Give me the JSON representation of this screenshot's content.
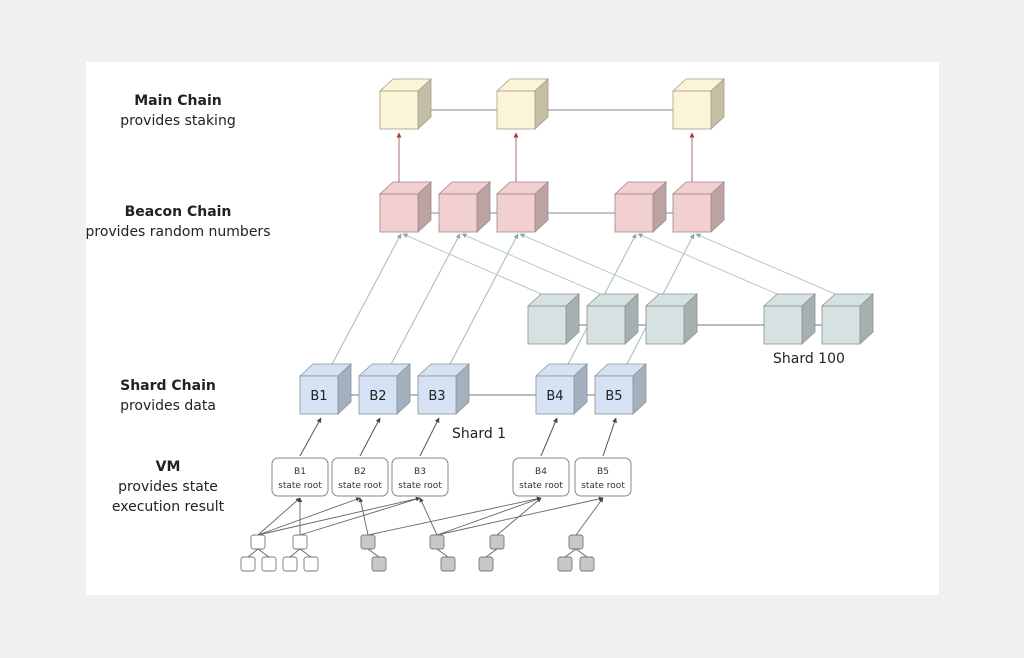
{
  "layers": [
    {
      "title": "Main Chain",
      "subtitle": "provides staking"
    },
    {
      "title": "Beacon Chain",
      "subtitle": "provides random numbers"
    },
    {
      "title": "Shard Chain",
      "subtitle": "provides data"
    },
    {
      "title": "VM",
      "subtitle": "provides state",
      "subtitle2": "execution result"
    }
  ],
  "shard_labels": {
    "shard1": "Shard 1",
    "shard100": "Shard 100"
  },
  "blocks": [
    "B1",
    "B2",
    "B3",
    "B4",
    "B5"
  ],
  "state_roots": [
    {
      "block": "B1",
      "text": "state root"
    },
    {
      "block": "B2",
      "text": "state root"
    },
    {
      "block": "B3",
      "text": "state root"
    },
    {
      "block": "B4",
      "text": "state root"
    },
    {
      "block": "B5",
      "text": "state root"
    }
  ],
  "colors": {
    "main": "#fbf4d6",
    "beacon": "#f2d0d1",
    "shard100": "#d6e1e2",
    "shard1": "#d4e2f4"
  }
}
